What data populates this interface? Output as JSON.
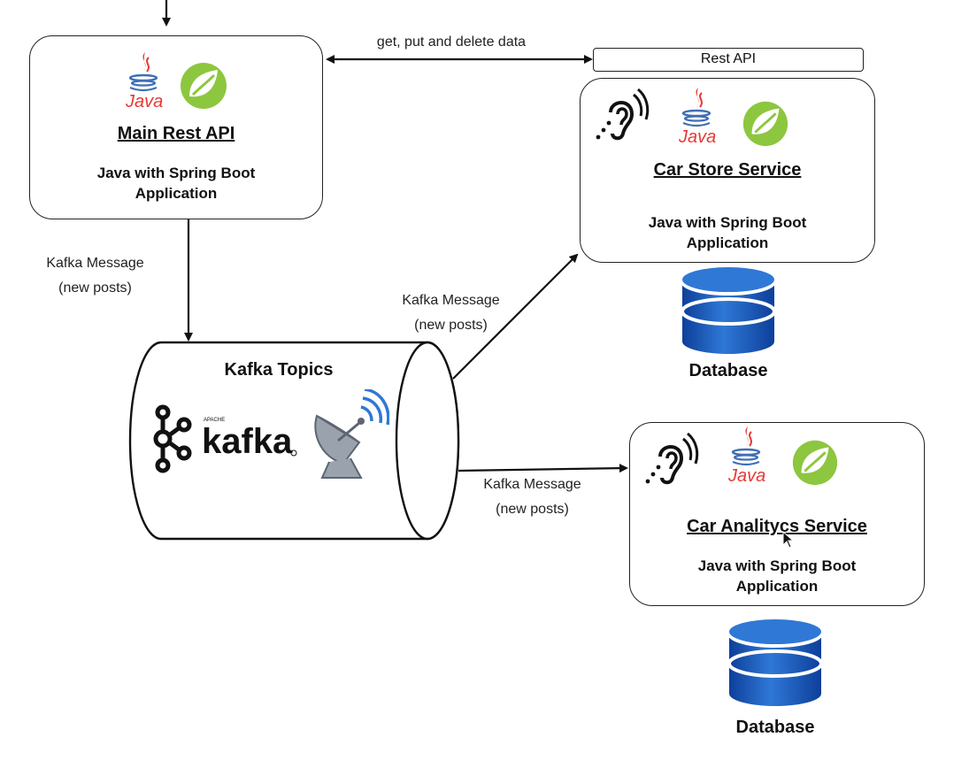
{
  "edges": {
    "rest_call": "get, put and delete data",
    "main_to_kafka": [
      "Kafka Message",
      "(new posts)"
    ],
    "kafka_to_store": [
      "Kafka Message",
      "(new posts)"
    ],
    "kafka_to_analytics": [
      "Kafka Message",
      "(new posts)"
    ]
  },
  "main_api": {
    "title": "Main Rest API",
    "subtitle": [
      "Java with Spring Boot",
      "Application"
    ],
    "java_logo_text": "Java"
  },
  "rest_api_tab": {
    "label": "Rest API"
  },
  "car_store": {
    "title": "Car Store Service",
    "subtitle": [
      "Java with Spring Boot",
      "Application"
    ],
    "java_logo_text": "Java"
  },
  "kafka": {
    "title": "Kafka Topics",
    "logo_text": "kafka",
    "logo_small": "APACHE"
  },
  "car_analytics": {
    "title": "Car Analitycs Service",
    "subtitle": [
      "Java with Spring Boot",
      "Application"
    ],
    "java_logo_text": "Java"
  },
  "databases": {
    "store_db": "Database",
    "analytics_db": "Database"
  },
  "colors": {
    "java_red": "#e53935",
    "java_blue": "#3f6fb5",
    "spring_green": "#8dc63f",
    "db_blue": "#1f5fbf",
    "dish_gray": "#9aa3ad"
  }
}
